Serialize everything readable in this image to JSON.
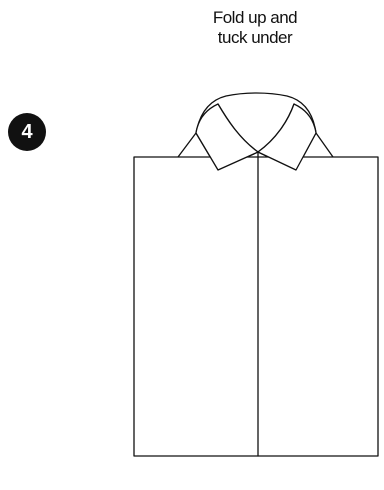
{
  "instruction": {
    "line1": "Fold up and",
    "line2": "tuck under"
  },
  "step": {
    "number": "4"
  },
  "colors": {
    "stroke": "#111111",
    "fill": "#ffffff",
    "badge": "#111111"
  }
}
